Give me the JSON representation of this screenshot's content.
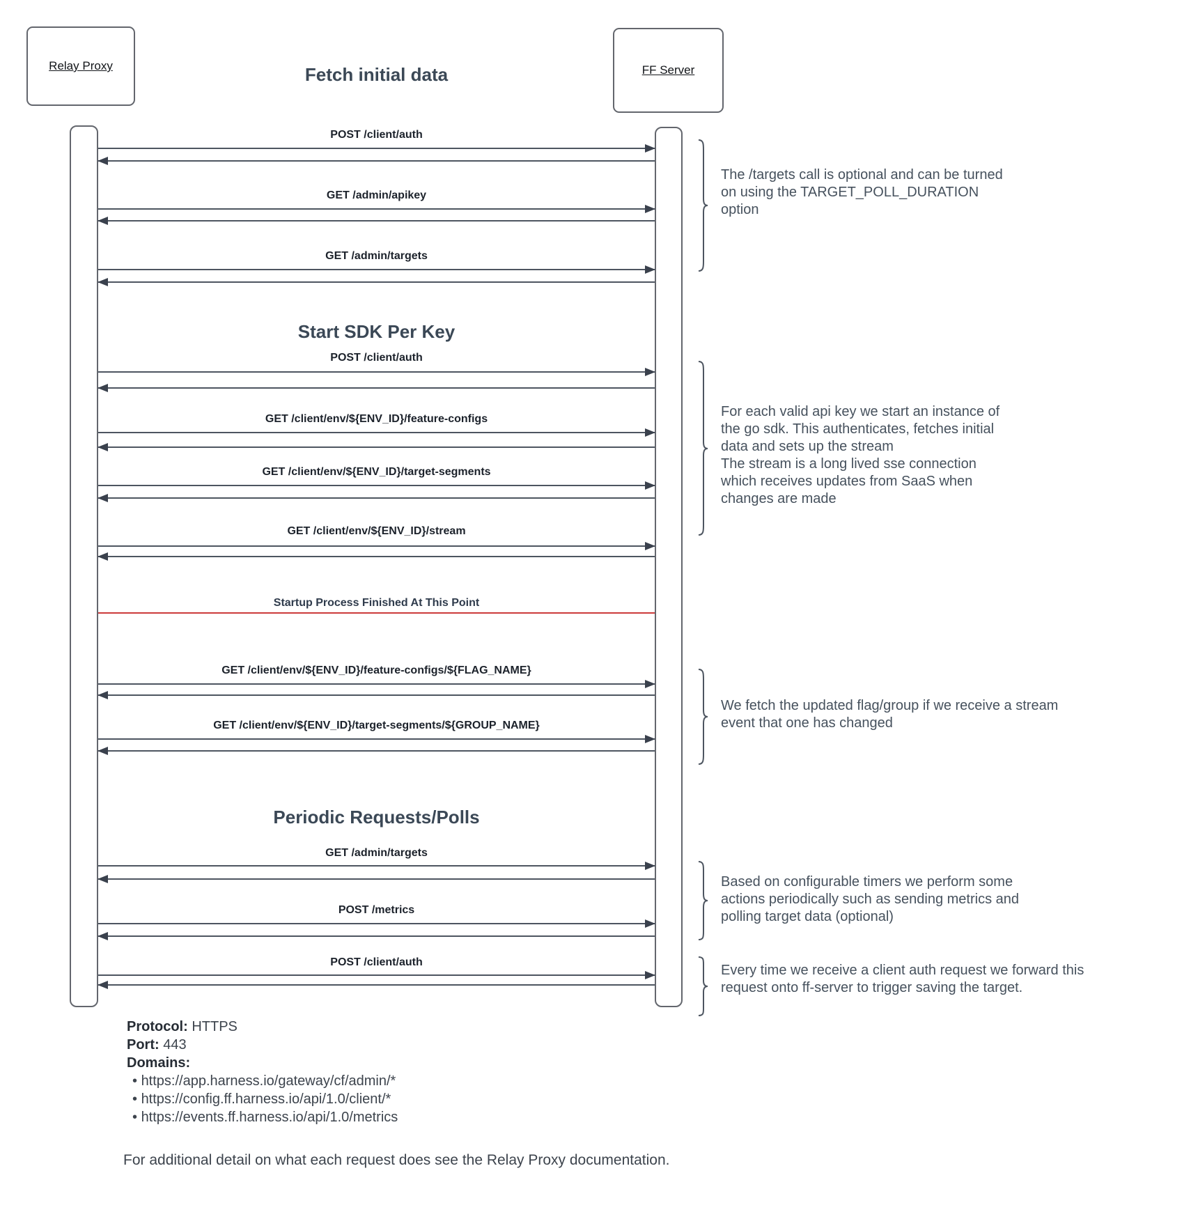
{
  "diagram": {
    "actors": [
      {
        "label": "Relay Proxy"
      },
      {
        "label": "FF Server"
      }
    ],
    "sections": [
      {
        "title": "Fetch initial data",
        "messages": [
          {
            "label": "POST /client/auth"
          },
          {
            "label": "GET /admin/apikey"
          },
          {
            "label": "GET /admin/targets"
          }
        ]
      },
      {
        "title": "Start SDK Per Key",
        "messages": [
          {
            "label": "POST /client/auth"
          },
          {
            "label": "GET /client/env/${ENV_ID}/feature-configs"
          },
          {
            "label": "GET /client/env/${ENV_ID}/target-segments"
          },
          {
            "label": "GET /client/env/${ENV_ID}/stream"
          }
        ]
      },
      {
        "title": "",
        "messages": [
          {
            "label": "GET /client/env/${ENV_ID}/feature-configs/${FLAG_NAME}"
          },
          {
            "label": "GET /client/env/${ENV_ID}/target-segments/${GROUP_NAME}"
          }
        ]
      },
      {
        "title": "Periodic Requests/Polls",
        "messages": [
          {
            "label": "GET /admin/targets"
          },
          {
            "label": "POST /metrics"
          },
          {
            "label": "POST /client/auth"
          }
        ]
      }
    ],
    "separator": {
      "label": "Startup Process Finished At This Point",
      "color": "#cc3b3b"
    },
    "annotations": [
      {
        "lines": [
          "The /targets call is optional and can be turned",
          "on using the TARGET_POLL_DURATION",
          "option"
        ]
      },
      {
        "lines": [
          "For each valid api key we start an instance of",
          "the go sdk. This authenticates, fetches initial",
          "data and sets up the stream",
          "The stream is a long lived sse connection",
          "which receives updates from SaaS when",
          "changes are made"
        ]
      },
      {
        "lines": [
          "We fetch the updated flag/group if we receive a stream",
          "event that one has changed"
        ]
      },
      {
        "lines": [
          "Based on configurable timers we perform some",
          "actions periodically such as sending metrics and",
          "polling target data (optional)"
        ]
      },
      {
        "lines": [
          "Every time we receive a client auth request we forward this",
          "request onto ff-server to trigger saving the target."
        ]
      }
    ]
  },
  "footer": {
    "protocol_label": "Protocol:",
    "protocol_value": " HTTPS",
    "port_label": "Port:",
    "port_value": " 443",
    "domains_label": "Domains:",
    "domains": [
      "https://app.harness.io/gateway/cf/admin/*",
      "https://config.ff.harness.io/api/1.0/client/*",
      "https://events.ff.harness.io/api/1.0/metrics"
    ],
    "note": "For additional detail on what each request does see the Relay Proxy documentation."
  }
}
